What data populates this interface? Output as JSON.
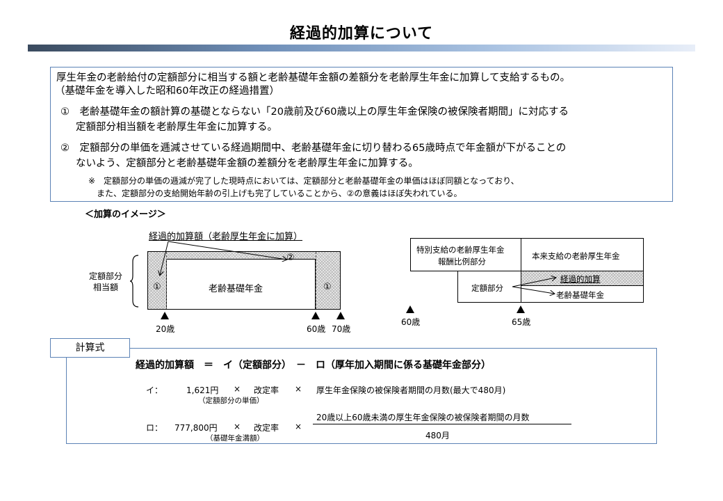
{
  "title": "経過的加算について",
  "description": {
    "line1": "厚生年金の老齢給付の定額部分に相当する額と老齢基礎年金額の差額分を老齢厚生年金に加算して支給するもの。",
    "line2": "（基礎年金を導入した昭和60年改正の経過措置）",
    "item1_line1": "①　老齢基礎年金の額計算の基礎とならない「20歳前及び60歳以上の厚生年金保険の被保険者期間」に対応する",
    "item1_line2": "定額部分相当額を老齢厚生年金に加算する。",
    "item2_line1": "②　定額部分の単価を逓減させている経過期間中、老齢基礎年金に切り替わる65歳時点で年金額が下がることの",
    "item2_line2": "ないよう、定額部分と老齢基礎年金額の差額分を老齢厚生年金に加算する。",
    "note_line1": "※　定額部分の単価の逓減が完了した現時点においては、定額部分と老齢基礎年金の単価はほぼ同額となっており、",
    "note_line2": "また、定額部分の支給開始年齢の引上げも完了していることから、②の意義はほぼ失われている。"
  },
  "image_heading": "＜加算のイメージ＞",
  "left_diagram": {
    "callout": "経過的加算額（老齢厚生年金に加算）",
    "side_label_1": "定額部分",
    "side_label_2": "相当額",
    "center_label": "老齢基礎年金",
    "mark_1_left": "①",
    "mark_1_right": "①",
    "mark_2": "②",
    "age_20": "20歳",
    "age_60": "60歳",
    "age_70": "70歳"
  },
  "right_diagram": {
    "special_line1": "特別支給の老齢厚生年金",
    "special_line2": "報酬比例部分",
    "regular": "本来支給の老齢厚生年金",
    "fixed_part": "定額部分",
    "transitional": "経過的加算",
    "basic_pension": "老齢基礎年金",
    "age_60": "60歳",
    "age_65": "65歳"
  },
  "formula": {
    "tab_label": "計算式",
    "main": "経過的加算額　＝　イ（定額部分）　－　ロ（厚年加入期間に係る基礎年金部分）",
    "i_label": "イ：",
    "i_amount": "1,621円",
    "i_times1": "×",
    "i_rate": "改定率",
    "i_times2": "×",
    "i_period": "厚生年金保険の被保険者期間の月数(最大で480月)",
    "i_note": "（定額部分の単価）",
    "ro_label": "ロ：",
    "ro_amount": "777,800円",
    "ro_times1": "×",
    "ro_rate": "改定率",
    "ro_times2": "×",
    "ro_numerator": "20歳以上60歳未満の厚生年金保険の被保険者期間の月数",
    "ro_denominator": "480月",
    "ro_note": "（基礎年金満額）"
  }
}
